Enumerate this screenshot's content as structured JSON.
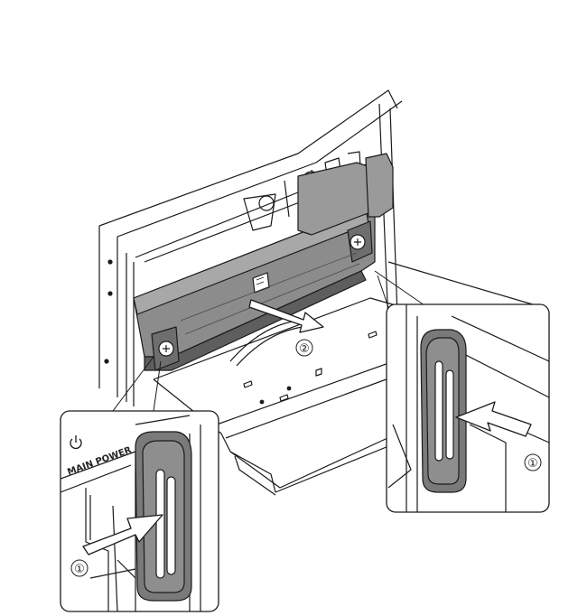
{
  "labels": {
    "main_power": "MAIN POWER",
    "step_1": "①",
    "step_2": "②"
  },
  "colors": {
    "line": "#1a1a1a",
    "unit_fill": "#8c8c8c",
    "unit_dark": "#5e5e5e",
    "handle_fill": "#7a7a7a",
    "arrow_fill": "#ffffff"
  },
  "icons": {
    "power": "power-icon"
  }
}
